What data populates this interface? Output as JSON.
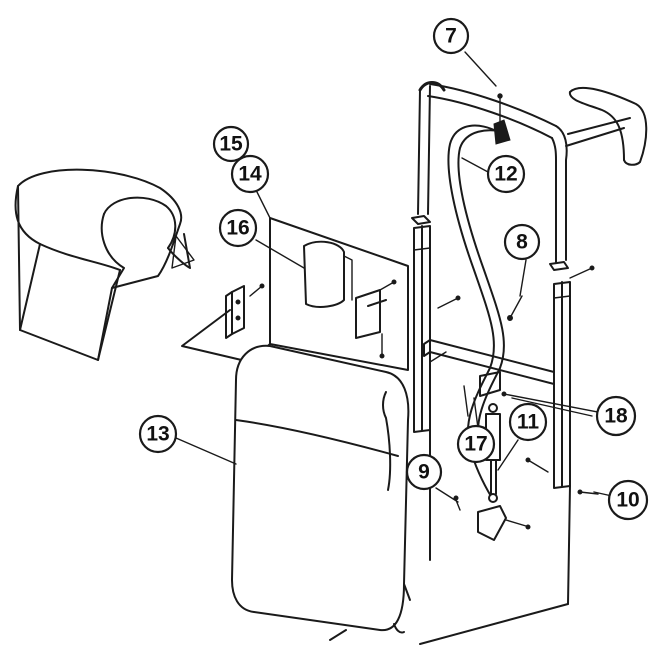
{
  "diagram": {
    "callouts": [
      {
        "id": "callout-7",
        "label": "7"
      },
      {
        "id": "callout-15",
        "label": "15"
      },
      {
        "id": "callout-14",
        "label": "14"
      },
      {
        "id": "callout-12",
        "label": "12"
      },
      {
        "id": "callout-16",
        "label": "16"
      },
      {
        "id": "callout-8",
        "label": "8"
      },
      {
        "id": "callout-13",
        "label": "13"
      },
      {
        "id": "callout-18",
        "label": "18"
      },
      {
        "id": "callout-17",
        "label": "17"
      },
      {
        "id": "callout-11",
        "label": "11"
      },
      {
        "id": "callout-9",
        "label": "9"
      },
      {
        "id": "callout-10",
        "label": "10"
      }
    ]
  }
}
